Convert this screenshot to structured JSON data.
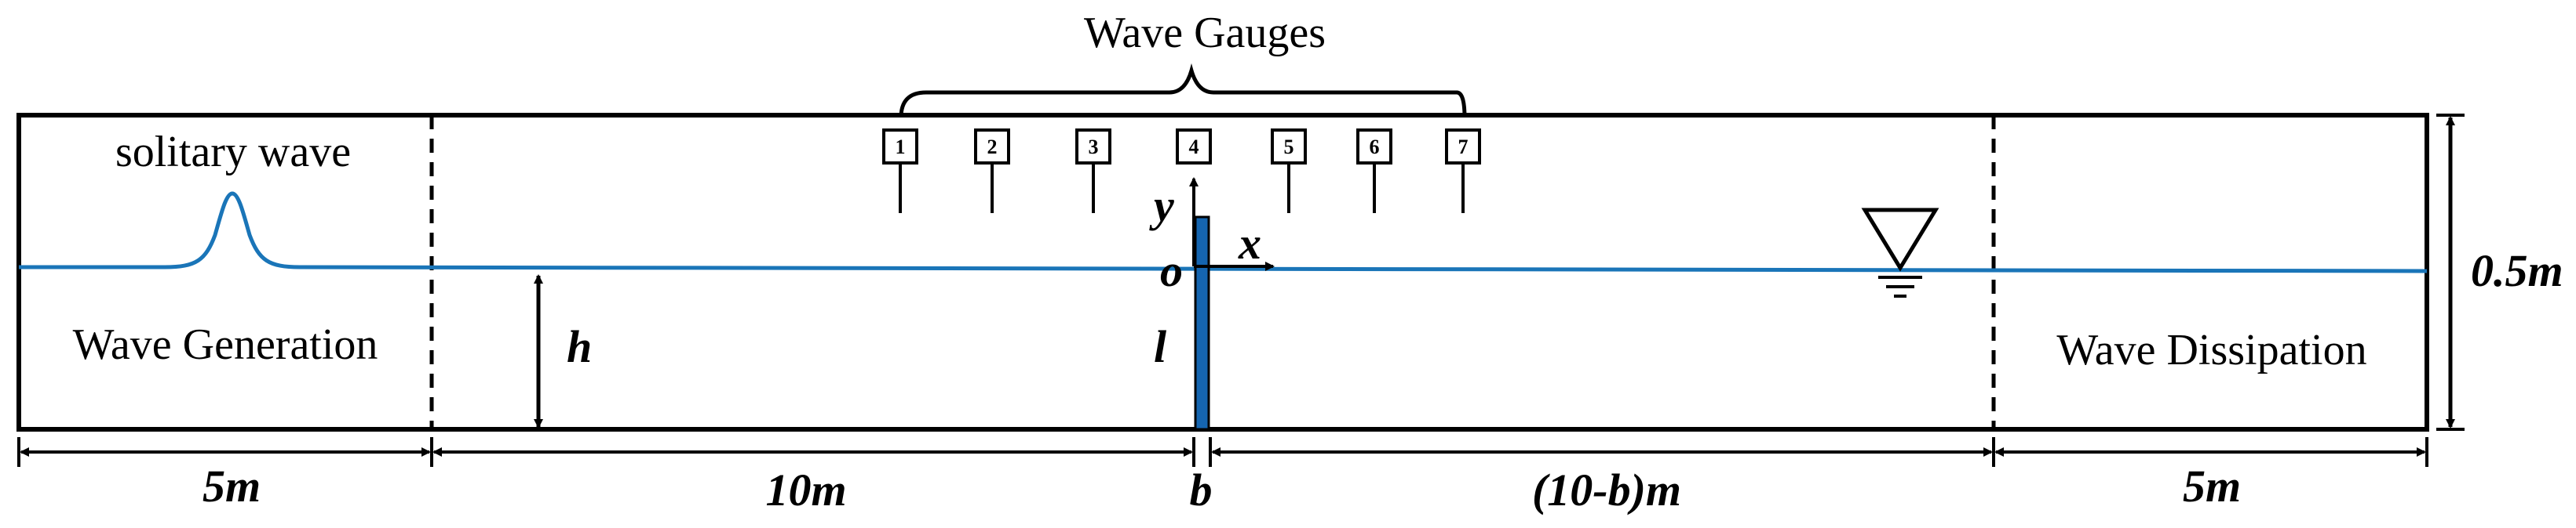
{
  "title": "Wave Gauges",
  "regions": {
    "generation_wave_label": "solitary wave",
    "generation_label": "Wave Generation",
    "dissipation_label": "Wave Dissipation"
  },
  "symbols": {
    "depth": "h",
    "axis_y": "y",
    "axis_x": "x",
    "origin": "o",
    "plate_length": "l",
    "free_surface": "water-level-triangle"
  },
  "dimensions": {
    "generation_length": "5m",
    "middle_length": "10m",
    "plate_thickness": "b",
    "downstream_length": "(10-b)m",
    "dissipation_length": "5m",
    "tank_height": "0.5m"
  },
  "gauges": [
    "1",
    "2",
    "3",
    "4",
    "5",
    "6",
    "7"
  ],
  "colors": {
    "water": "#1a75b8",
    "plate": "#1565b0",
    "ink": "#000000"
  }
}
